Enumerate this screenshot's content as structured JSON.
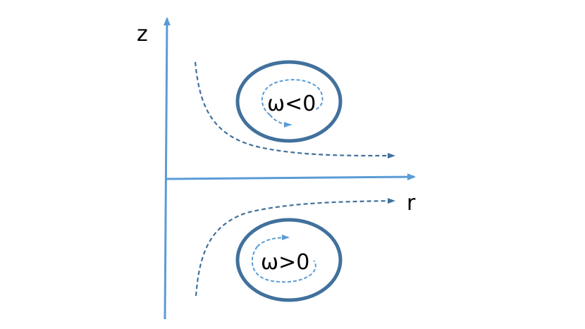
{
  "labels": {
    "z_axis": "z",
    "r_axis": "r",
    "upper_vortex": "ω<0",
    "lower_vortex": "ω>0"
  },
  "colors": {
    "axis": "#5b9bd5",
    "vortex_ring": "#41719c",
    "streamline": "#41719c",
    "rotation_arrow": "#5b9bd5",
    "background": "#ffffff",
    "text": "#000000"
  }
}
